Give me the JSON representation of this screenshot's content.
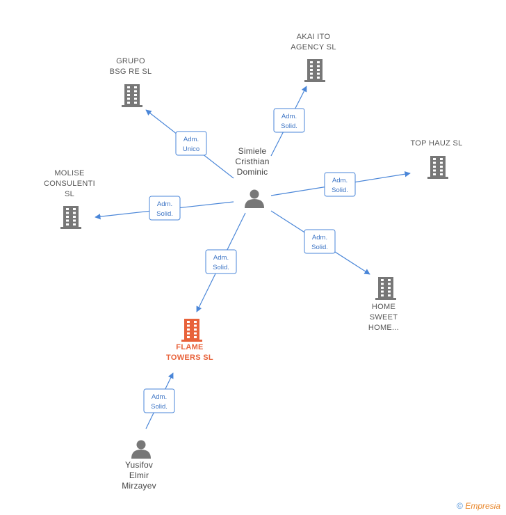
{
  "diagram": {
    "nodes": [
      {
        "id": "grupo_bsg",
        "type": "company",
        "lines": [
          "GRUPO",
          "BSG RE  SL"
        ],
        "focus": false
      },
      {
        "id": "akai_ito",
        "type": "company",
        "lines": [
          "AKAI ITO",
          "AGENCY  SL"
        ],
        "focus": false
      },
      {
        "id": "top_hauz",
        "type": "company",
        "lines": [
          "TOP HAUZ  SL"
        ],
        "focus": false
      },
      {
        "id": "molise",
        "type": "company",
        "lines": [
          "MOLISE",
          "CONSULENTI",
          "SL"
        ],
        "focus": false
      },
      {
        "id": "home_sweet",
        "type": "company",
        "lines": [
          "HOME",
          "SWEET",
          "HOME..."
        ],
        "focus": false
      },
      {
        "id": "flame_towers",
        "type": "company",
        "lines": [
          "FLAME",
          "TOWERS  SL"
        ],
        "focus": true
      },
      {
        "id": "simiele",
        "type": "person",
        "lines": [
          "Simiele",
          "Cristhian",
          "Dominic"
        ]
      },
      {
        "id": "yusifov",
        "type": "person",
        "lines": [
          "Yusifov",
          "Elmir",
          "Mirzayev"
        ]
      }
    ],
    "edges": [
      {
        "from": "simiele",
        "to": "grupo_bsg",
        "lines": [
          "Adm.",
          "Unico"
        ]
      },
      {
        "from": "simiele",
        "to": "akai_ito",
        "lines": [
          "Adm.",
          "Solid."
        ]
      },
      {
        "from": "simiele",
        "to": "top_hauz",
        "lines": [
          "Adm.",
          "Solid."
        ]
      },
      {
        "from": "simiele",
        "to": "molise",
        "lines": [
          "Adm.",
          "Solid."
        ]
      },
      {
        "from": "simiele",
        "to": "home_sweet",
        "lines": [
          "Adm.",
          "Solid."
        ]
      },
      {
        "from": "simiele",
        "to": "flame_towers",
        "lines": [
          "Adm.",
          "Solid."
        ]
      },
      {
        "from": "yusifov",
        "to": "flame_towers",
        "lines": [
          "Adm.",
          "Solid."
        ]
      }
    ]
  },
  "colors": {
    "company": "#777777",
    "focus": "#e8623a",
    "person": "#777777",
    "edge": "#4a86d8"
  },
  "footer": {
    "copyright": "©",
    "brand": "Empresia"
  }
}
